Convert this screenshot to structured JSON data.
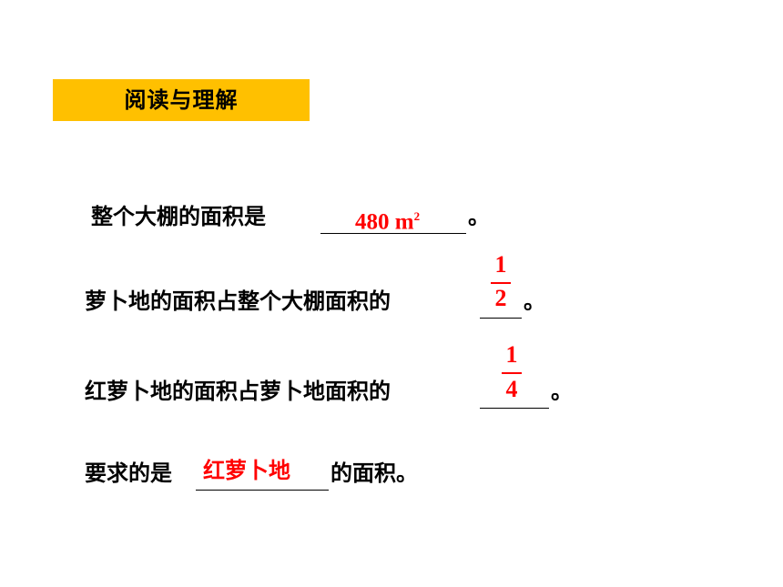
{
  "title": "阅读与理解",
  "lines": [
    {
      "before": "整个大棚的面积是",
      "answer_main": "480 m",
      "answer_sup": "2",
      "after": "。"
    },
    {
      "before": "萝卜地的面积占整个大棚面积的",
      "frac_num": "1",
      "frac_den": "2",
      "after": "。"
    },
    {
      "before": "红萝卜地的面积占萝卜地面积的",
      "frac_num": "1",
      "frac_den": "4",
      "after": "。"
    },
    {
      "before": "要求的是",
      "answer": "红萝卜地",
      "after": "的面积。"
    }
  ],
  "colors": {
    "title_bg": "#ffc000",
    "answer": "#ff0000",
    "text": "#000000"
  }
}
